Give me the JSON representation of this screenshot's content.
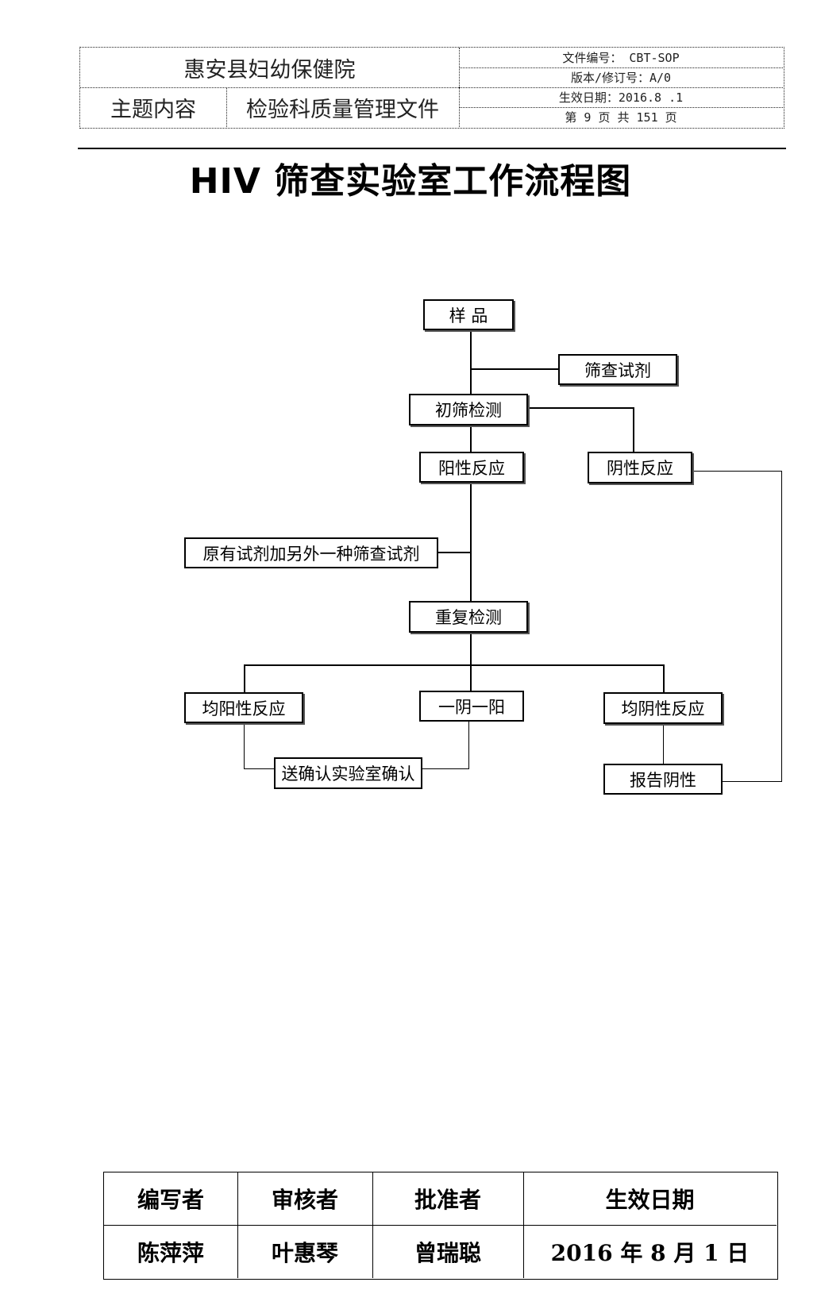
{
  "header": {
    "organization": "惠安县妇幼保健院",
    "subject_label": "主题内容",
    "subject_value": "检验科质量管理文件",
    "doc_number": "文件编号： CBT-SOP",
    "version": "版本/修订号：A/0",
    "effective": "生效日期：2016.8 .1",
    "page": "第 9 页 共 151 页"
  },
  "title": "HIV 筛查实验室工作流程图",
  "flowchart": {
    "sample": "样  品",
    "screening_reagent": "筛查试剂",
    "initial_screen": "初筛检测",
    "positive": "阳性反应",
    "negative": "阴性反应",
    "extra_reagent": "原有试剂加另外一种筛查试剂",
    "retest": "重复检测",
    "both_positive": "均阳性反应",
    "one_each": "一阴一阳",
    "both_negative": "均阴性反应",
    "send_confirm": "送确认实验室确认",
    "report_negative": "报告阴性"
  },
  "signatures": {
    "headers": [
      "编写者",
      "审核者",
      "批准者",
      "生效日期"
    ],
    "values": [
      "陈萍萍",
      "叶惠琴",
      "曾瑞聪",
      "2016 年 8 月 1 日"
    ]
  }
}
